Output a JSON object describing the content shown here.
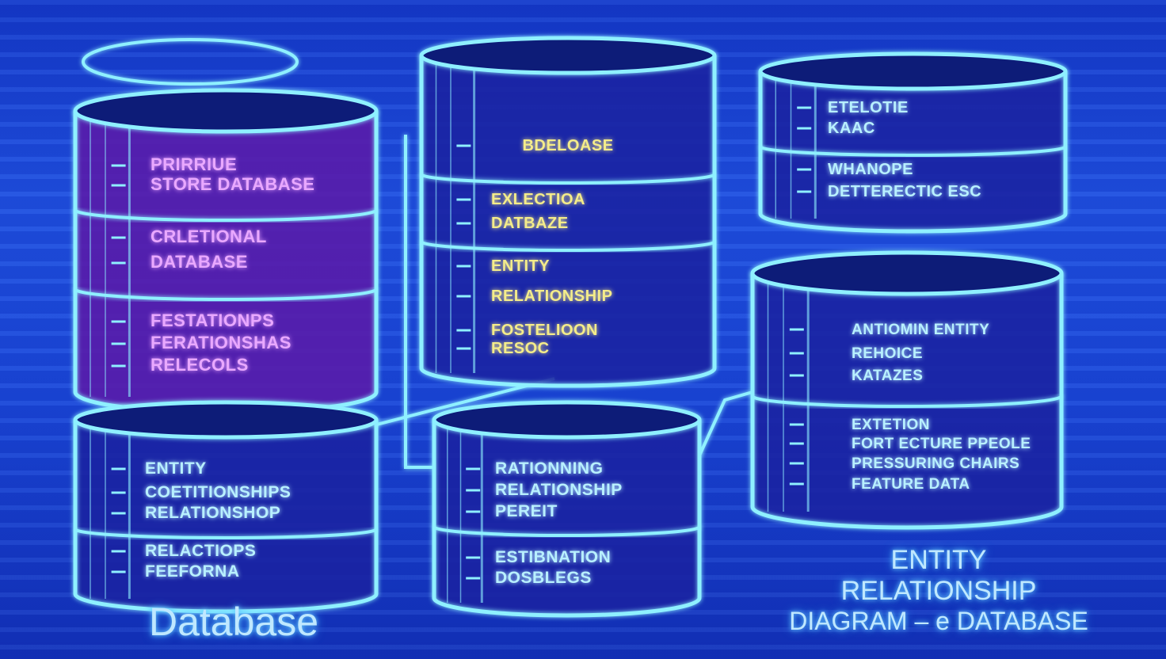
{
  "colors": {
    "outline": "#8ff0ff",
    "glow": "#56d8ff",
    "purple_fill": "#5a1aa8",
    "blue_fill": "#1a22a0",
    "purple_text": "#e9a8ff",
    "yellow_text": "#f4ec8a",
    "light_text": "#b8f0ff"
  },
  "captions": {
    "left": "Database",
    "right_line1": "ENTITY",
    "right_line2": "RELATIONSHIP",
    "right_line3": "DIAGRAM – e DATABASE"
  },
  "cylinders": {
    "c1": {
      "sections": [
        {
          "lines": [
            "PRIRRIUE",
            "STORE DATABASE"
          ]
        },
        {
          "lines": [
            "CRLETIONAL",
            "DATABASE"
          ]
        },
        {
          "lines": [
            "FESTATIONPS",
            "FERATIONSHAS",
            "RELECOLS"
          ]
        }
      ]
    },
    "c2": {
      "sections": [
        {
          "lines": [
            "BDELOASE"
          ]
        },
        {
          "lines": [
            "EXLECTIOA",
            "DATBAZE"
          ]
        },
        {
          "lines": [
            "ENTITY",
            "RELATIONSHIP",
            "FOSTELIOON",
            "RESOC"
          ]
        }
      ]
    },
    "c3": {
      "sections": [
        {
          "lines": [
            "ETELOTIE",
            "KAAC"
          ]
        },
        {
          "lines": [
            "WHANOPE",
            "DETTERECTIC ESC"
          ]
        }
      ]
    },
    "c4": {
      "sections": [
        {
          "lines": [
            "ANTIOMIN ENTITY",
            "REHOICE",
            "KATAZES"
          ]
        },
        {
          "lines": [
            "EXTETION",
            "FORT ECTURE PPEOLE",
            "PRESSURING CHAIRS",
            "FEATURE DATA"
          ]
        }
      ]
    },
    "c5": {
      "sections": [
        {
          "lines": [
            "ENTITY",
            "COETITIONSHIPS",
            "RELATIONSHOP"
          ]
        },
        {
          "lines": [
            "RELACTIOPS",
            "FEEFORNA"
          ]
        }
      ]
    },
    "c6": {
      "sections": [
        {
          "lines": [
            "RATIONNING",
            "RELATIONSHIP",
            "PEREIT"
          ]
        },
        {
          "lines": [
            "ESTIBNATION",
            "DOSBLEGS"
          ]
        }
      ]
    }
  }
}
